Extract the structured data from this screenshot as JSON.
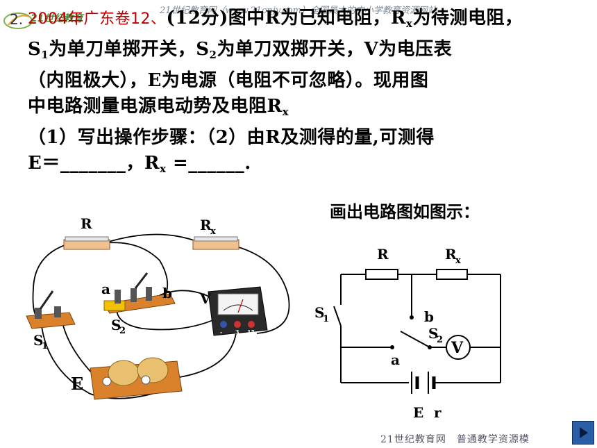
{
  "header": {
    "watermark": "21世纪教育网（www.21cnjy.com）全国最大的中小学教育资源网站",
    "logo_text": "21世纪教育",
    "question_number": "2."
  },
  "question": {
    "source": "2004年广东卷12、",
    "intro": "(12分)图中R为已知电阻，R",
    "rx_sub": "x",
    "intro_tail": "为待测电阻，",
    "line2_s": "S",
    "line2_s_sub": "1",
    "line2_a": "为单刀单掷开关，S",
    "line2_s2_sub": "2",
    "line2_b": "为单刀双掷开关，V为电压表",
    "line3": "（内阻极大），E为电源（电阻不可忽略）。现用图",
    "line4": "中电路测量电源电动势及电阻R",
    "line4_sub": "x",
    "line5": "（1）写出操作步骤：（2）由R及测得的量,可测得",
    "line6_e": "E＝_______，R",
    "line6_sub": "x",
    "line6_tail": " =______."
  },
  "caption": "画出电路图如图示：",
  "photo_labels": {
    "r": "R",
    "rx": "R",
    "rx_sub": "x",
    "a": "a",
    "b": "b",
    "v": "V",
    "s1": "S",
    "s1_sub": "1",
    "s2": "S",
    "s2_sub": "2",
    "e": "E",
    "meter_minus": "-",
    "meter_3": "3",
    "meter_15": "15"
  },
  "schematic_labels": {
    "r": "R",
    "rx": "R",
    "rx_sub": "x",
    "s1": "S",
    "s1_sub": "1",
    "s2": "S",
    "s2_sub": "2",
    "a": "a",
    "b": "b",
    "v": "V",
    "e": "E",
    "r_internal": "r"
  },
  "footer": {
    "text": "21世纪教育网　普通教学资源模"
  },
  "colors": {
    "source_red": "#c00000",
    "nav_button": "#2a5fa8",
    "board_orange": "#d9822b"
  }
}
